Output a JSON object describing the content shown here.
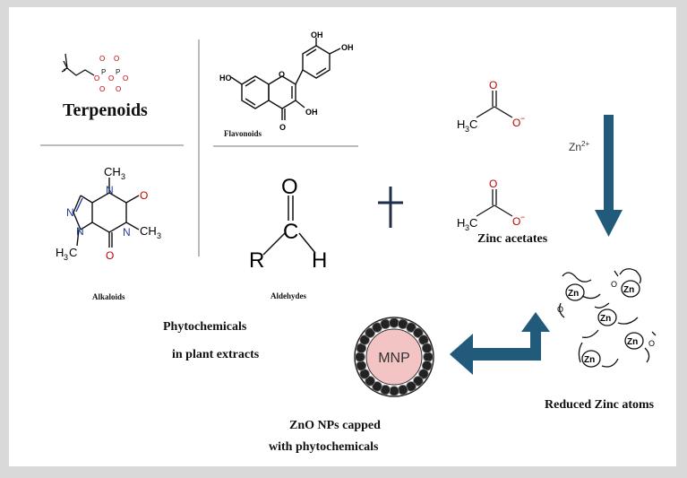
{
  "labels": {
    "terpenoids": "Terpenoids",
    "flavonoids": "Flavonoids",
    "alkaloids": "Alkaloids",
    "aldehydes": "Aldehydes",
    "phyto_line1": "Phytochemicals",
    "phyto_line2": "in plant extracts",
    "zinc_acetates": "Zinc acetates",
    "reduced_zinc": "Reduced Zinc atoms",
    "zno_line1": "ZnO NPs capped",
    "zno_line2": "with phytochemicals",
    "zn2plus": "Zn",
    "zn2plus_sup": "2+",
    "mnp": "MNP",
    "zn": "Zn",
    "plus": "+"
  },
  "atoms": {
    "O": "O",
    "P": "P",
    "OH": "OH",
    "HO": "HO",
    "N": "N",
    "CH3": "CH",
    "H3C": "H",
    "R": "R",
    "H": "H",
    "C": "C",
    "Ominus": "O",
    "minus": "−",
    "sub3": "3"
  },
  "colors": {
    "arrow": "#215a7a",
    "oxygen": "#c00000",
    "nitrogen": "#1f3c9e",
    "mnp_fill": "#f3c4c4",
    "bead": "#222222"
  }
}
